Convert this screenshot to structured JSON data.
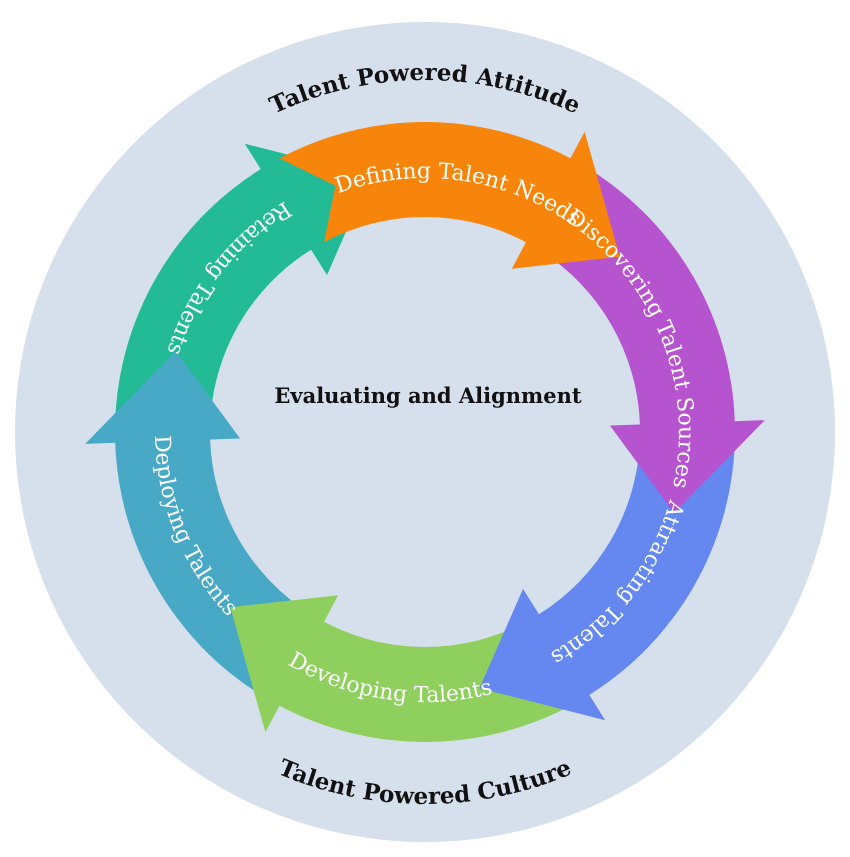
{
  "outer": {
    "top_label": "Talent Powered Attitude",
    "bottom_label": "Talent Powered Culture",
    "background": "#d6e0ec"
  },
  "center": {
    "label": "Evaluating and Alignment"
  },
  "cycle": [
    {
      "label": "Defining Talent Needs",
      "color": "#f7850b"
    },
    {
      "label": "Discovering Talent Sources",
      "color": "#b653cf"
    },
    {
      "label": "Attracting Talents",
      "color": "#6487f0"
    },
    {
      "label": "Developing Talents",
      "color": "#8ecf5d"
    },
    {
      "label": "Deploying Talents",
      "color": "#48a9c6"
    },
    {
      "label": "Retaining Talents",
      "color": "#22bb96"
    }
  ]
}
